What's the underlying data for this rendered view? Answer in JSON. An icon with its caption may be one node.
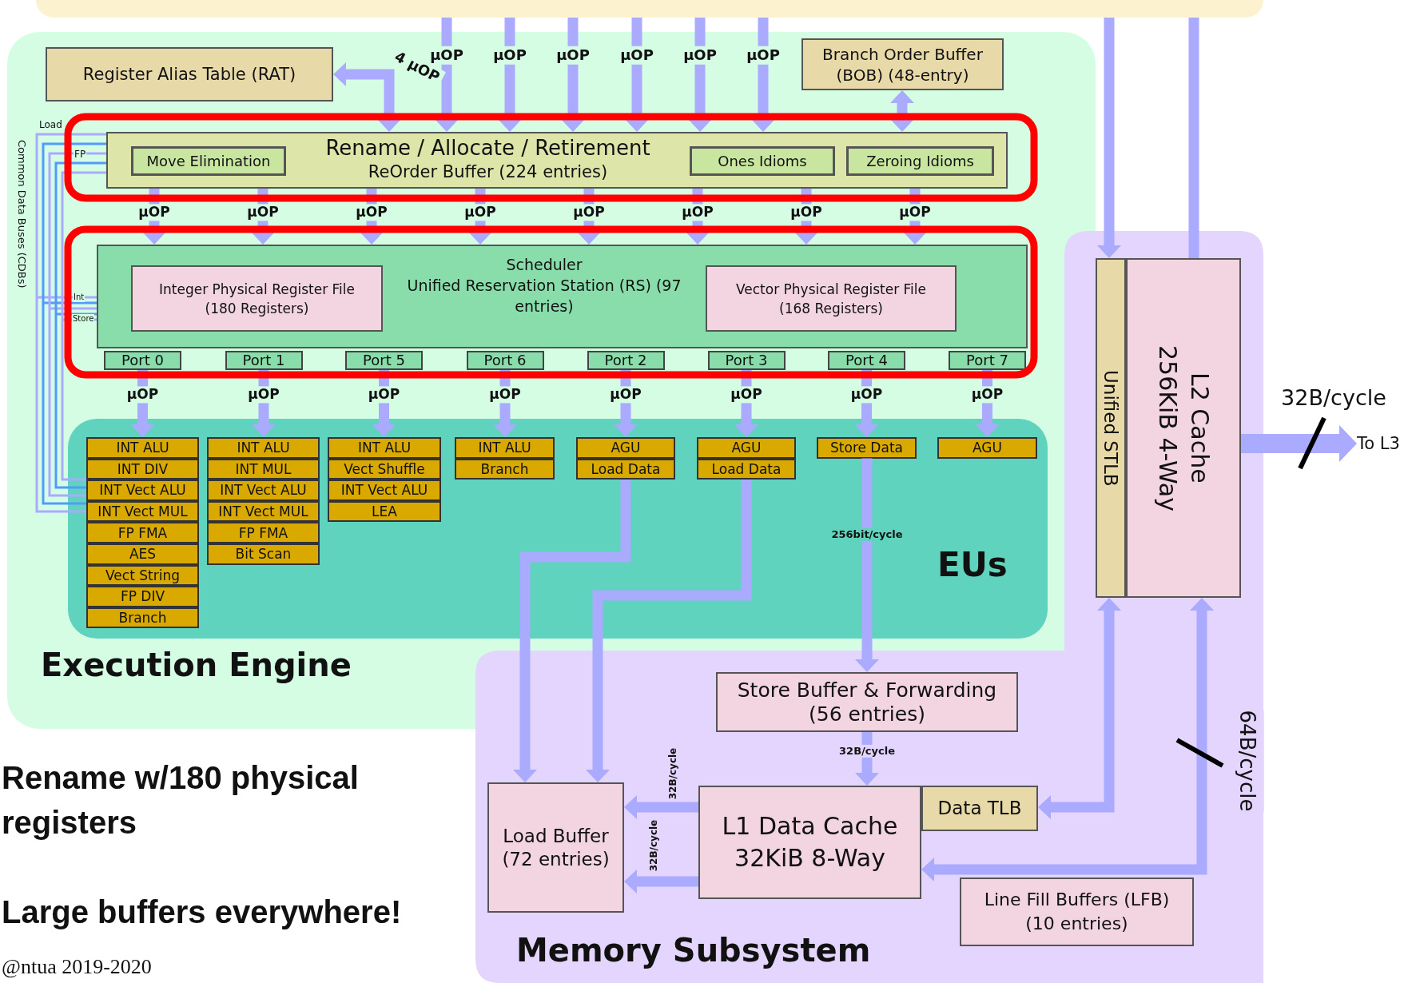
{
  "diagram": {
    "nodes": [
      {
        "text": [],
        "shape": "box"
      },
      {
        "text": [
          "Execution Engine"
        ]
      },
      {
        "text": [
          "Register Alias Table (RAT)"
        ],
        "in": 1
      },
      {
        "text": [
          "Branch Order Buffer (BOB) (48-entry)"
        ],
        "in": 1
      },
      {
        "text": [
          "Rename / Allocate / Retirement",
          "ReOrder Buffer (224 entries)"
        ],
        "in": 1
      },
      {
        "text": [
          "Move Elimination"
        ],
        "in": 4
      },
      {
        "text": [
          "Ones Idioms"
        ],
        "in": 4
      },
      {
        "text": [
          "Zeroing Idioms"
        ],
        "in": 4
      },
      {
        "text": [
          "Scheduler",
          "Unified Reservation Station (RS) (97 entries)"
        ],
        "in": 1
      },
      {
        "text": [
          "Integer Physical Register File (180 Registers)"
        ],
        "in": 8
      },
      {
        "text": [
          "Vector Physical Register File (168 Registers)"
        ],
        "in": 8
      },
      {
        "text": [
          "Port 0"
        ],
        "in": 1
      },
      {
        "text": [
          "Port 1"
        ],
        "in": 1
      },
      {
        "text": [
          "Port 5"
        ],
        "in": 1
      },
      {
        "text": [
          "Port 6"
        ],
        "in": 1
      },
      {
        "text": [
          "Port 2"
        ],
        "in": 1
      },
      {
        "text": [
          "Port 3"
        ],
        "in": 1
      },
      {
        "text": [
          "Port 4"
        ],
        "in": 1
      },
      {
        "text": [
          "Port 7"
        ],
        "in": 1
      },
      {
        "text": [
          "EUs"
        ],
        "in": 1
      },
      {
        "text": [
          "INT ALU"
        ],
        "in": 19
      },
      {
        "text": [
          "INT DIV"
        ],
        "in": 19
      },
      {
        "text": [
          "INT Vect ALU"
        ],
        "in": 19
      },
      {
        "text": [
          "INT Vect MUL"
        ],
        "in": 19
      },
      {
        "text": [
          "FP FMA"
        ],
        "in": 19
      },
      {
        "text": [
          "AES"
        ],
        "in": 19
      },
      {
        "text": [
          "Vect String"
        ],
        "in": 19
      },
      {
        "text": [
          "FP DIV"
        ],
        "in": 19
      },
      {
        "text": [
          "Branch"
        ],
        "in": 19
      },
      {
        "text": [
          "INT ALU"
        ],
        "in": 19
      },
      {
        "text": [
          "INT MUL"
        ],
        "in": 19
      },
      {
        "text": [
          "INT Vect ALU"
        ],
        "in": 19
      },
      {
        "text": [
          "INT Vect MUL"
        ],
        "in": 19
      },
      {
        "text": [
          "FP FMA"
        ],
        "in": 19
      },
      {
        "text": [
          "Bit Scan"
        ],
        "in": 19
      },
      {
        "text": [
          "INT ALU"
        ],
        "in": 19
      },
      {
        "text": [
          "Vect Shuffle"
        ],
        "in": 19
      },
      {
        "text": [
          "INT Vect ALU"
        ],
        "in": 19
      },
      {
        "text": [
          "LEA"
        ],
        "in": 19
      },
      {
        "text": [
          "INT ALU"
        ],
        "in": 19
      },
      {
        "text": [
          "Branch"
        ],
        "in": 19
      },
      {
        "text": [
          "AGU"
        ],
        "in": 19
      },
      {
        "text": [
          "Load Data"
        ],
        "in": 19
      },
      {
        "text": [
          "AGU"
        ],
        "in": 19
      },
      {
        "text": [
          "Load Data"
        ],
        "in": 19
      },
      {
        "text": [
          "Store Data"
        ],
        "in": 19
      },
      {
        "text": [
          "AGU"
        ],
        "in": 19
      },
      {
        "text": [
          "Memory Subsystem"
        ]
      },
      {
        "text": [
          "Unified STLB"
        ],
        "in": 47
      },
      {
        "text": [
          "L2 Cache 256KiB 4-Way"
        ],
        "in": 47
      },
      {
        "text": [
          "Store Buffer & Forwarding (56 entries)"
        ]
      },
      {
        "text": [
          "Load Buffer (72 entries)"
        ],
        "in": 47
      },
      {
        "text": [
          "L1 Data Cache 32KiB 8-Way"
        ],
        "in": 47
      },
      {
        "text": [
          "Data TLB"
        ],
        "in": 47
      },
      {
        "text": [
          "Line Fill Buffers (LFB) (10 entries)"
        ],
        "in": 47
      },
      {
        "text": [
          "To L3"
        ]
      }
    ],
    "edges": [
      {
        "from": 0,
        "to": 4,
        "arrow": "to",
        "label": "µOP"
      },
      {
        "from": 0,
        "to": 4,
        "arrow": "to",
        "label": "µOP"
      },
      {
        "from": 0,
        "to": 4,
        "arrow": "to",
        "label": "µOP"
      },
      {
        "from": 0,
        "to": 4,
        "arrow": "to",
        "label": "µOP"
      },
      {
        "from": 0,
        "to": 4,
        "arrow": "to",
        "label": "µOP"
      },
      {
        "from": 0,
        "to": 4,
        "arrow": "to",
        "label": "µOP"
      },
      {
        "from": 4,
        "to": 2,
        "arrow": "both",
        "label": "4 µOP"
      },
      {
        "from": 3,
        "to": 4,
        "arrow": "both"
      },
      {
        "from": 4,
        "to": 8,
        "arrow": "to",
        "label": "µOP"
      },
      {
        "from": 4,
        "to": 8,
        "arrow": "to",
        "label": "µOP"
      },
      {
        "from": 4,
        "to": 8,
        "arrow": "to",
        "label": "µOP"
      },
      {
        "from": 4,
        "to": 8,
        "arrow": "to",
        "label": "µOP"
      },
      {
        "from": 4,
        "to": 8,
        "arrow": "to",
        "label": "µOP"
      },
      {
        "from": 4,
        "to": 8,
        "arrow": "to",
        "label": "µOP"
      },
      {
        "from": 4,
        "to": 8,
        "arrow": "to",
        "label": "µOP"
      },
      {
        "from": 4,
        "to": 8,
        "arrow": "to",
        "label": "µOP"
      },
      {
        "from": 11,
        "to": 20,
        "arrow": "to",
        "label": "µOP"
      },
      {
        "from": 12,
        "to": 29,
        "arrow": "to",
        "label": "µOP"
      },
      {
        "from": 13,
        "to": 35,
        "arrow": "to",
        "label": "µOP"
      },
      {
        "from": 14,
        "to": 39,
        "arrow": "to",
        "label": "µOP"
      },
      {
        "from": 15,
        "to": 41,
        "arrow": "to",
        "label": "µOP"
      },
      {
        "from": 16,
        "to": 43,
        "arrow": "to",
        "label": "µOP"
      },
      {
        "from": 17,
        "to": 45,
        "arrow": "to",
        "label": "µOP"
      },
      {
        "from": 18,
        "to": 46,
        "arrow": "to",
        "label": "µOP"
      },
      {
        "from": 42,
        "to": 51,
        "arrow": "to"
      },
      {
        "from": 44,
        "to": 51,
        "arrow": "to"
      },
      {
        "from": 45,
        "to": 50,
        "arrow": "to",
        "label": "256bit/cycle"
      },
      {
        "from": 50,
        "to": 52,
        "arrow": "to",
        "label": "32B/cycle"
      },
      {
        "from": 52,
        "to": 51,
        "arrow": "to",
        "label": "32B/cycle"
      },
      {
        "from": 52,
        "to": 51,
        "arrow": "to",
        "label": "32B/cycle"
      },
      {
        "from": 0,
        "to": 48,
        "arrow": "to"
      },
      {
        "from": 0,
        "to": 49,
        "arrow": "none"
      },
      {
        "from": 48,
        "to": 53,
        "arrow": "both"
      },
      {
        "from": 49,
        "to": 52,
        "arrow": "both",
        "label": "64B/cycle"
      },
      {
        "from": 49,
        "to": 55,
        "arrow": "to",
        "label": "32B/cycle",
        "style": "thick"
      }
    ],
    "labels": [
      "Common Data Buses (CDBs)",
      "Load",
      "FP",
      "Int",
      "Store",
      "Rename w/180 physical registers",
      "Large buffers everywhere!",
      "@ntua 2019-2020"
    ]
  }
}
